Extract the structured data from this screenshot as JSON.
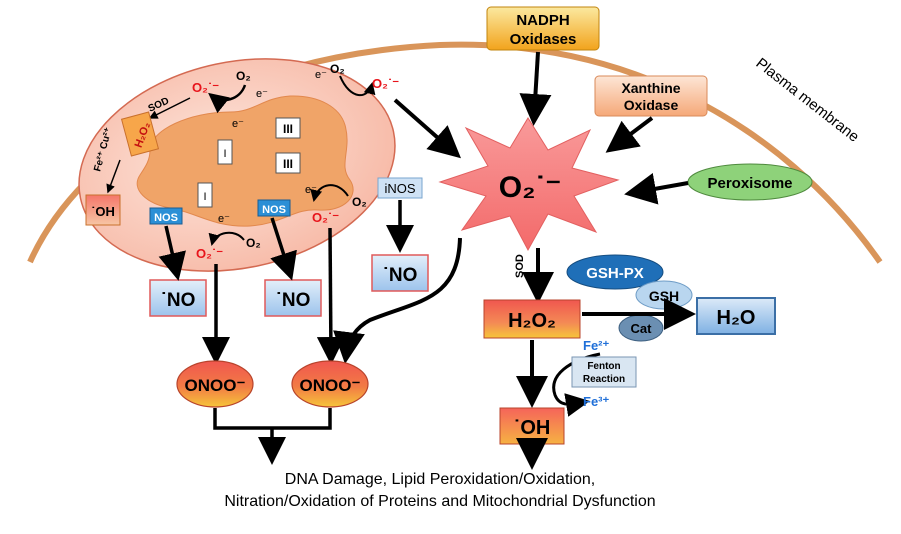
{
  "labels": {
    "nadph_line1": "NADPH",
    "nadph_line2": "Oxidases",
    "xanthine_line1": "Xanthine",
    "xanthine_line2": "Oxidase",
    "plasma_membrane": "Plasma membrane",
    "peroxisome": "Peroxisome",
    "central_superoxide": "O₂˙⁻",
    "superoxide": "O₂˙⁻",
    "o2": "O₂",
    "electron": "e⁻",
    "sod": "SOD",
    "complex_iii": "III",
    "complex_i": "I",
    "h2o2": "H₂O₂",
    "fe2_cu2": "Fe²⁺ Cu²⁺",
    "oh": "˙OH",
    "nos": "NOS",
    "inos": "iNOS",
    "no": "˙NO",
    "onoo": "ONOO⁻",
    "gsh_px": "GSH-PX",
    "gsh": "GSH",
    "cat": "Cat",
    "h2o": "H₂O",
    "fe2": "Fe²⁺",
    "fe3": "Fe³⁺",
    "fenton_line1": "Fenton",
    "fenton_line2": "Reaction",
    "outcome_line1": "DNA Damage, Lipid Peroxidation/Oxidation,",
    "outcome_line2": "Nitration/Oxidation of Proteins and Mitochondrial Dysfunction"
  },
  "colors": {
    "membrane": "#d9955a",
    "mito_fill": "#f7c1b0",
    "mito_inner": "#f0a468",
    "star": "#f47a7a",
    "red_text": "#e8141b",
    "blue_text": "#1f6fd8",
    "nos_box": "#2b8fd6",
    "no_box": "#aecdee",
    "onoo_top": "#f0574f",
    "onoo_bottom": "#f6c53a",
    "peroxisome": "#8ed27a",
    "gsh_px": "#1f6fb8"
  }
}
